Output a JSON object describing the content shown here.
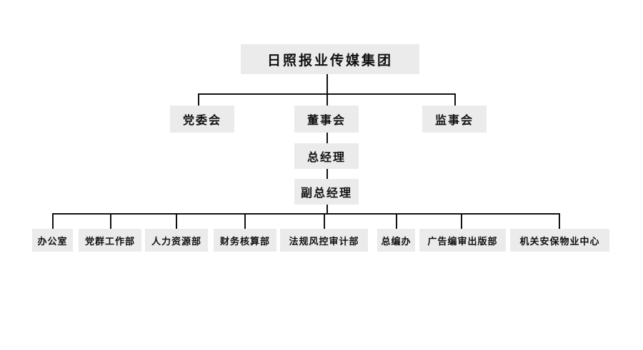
{
  "org": {
    "root": "日照报业传媒集团",
    "board_left": "党委会",
    "board_center": "董事会",
    "board_right": "监事会",
    "general_manager": "总经理",
    "deputy_general_manager": "副总经理",
    "departments": [
      "办公室",
      "党群工作部",
      "人力资源部",
      "财务核算部",
      "法规风控审计部",
      "总编办",
      "广告编审出版部",
      "机关安保物业中心"
    ]
  }
}
